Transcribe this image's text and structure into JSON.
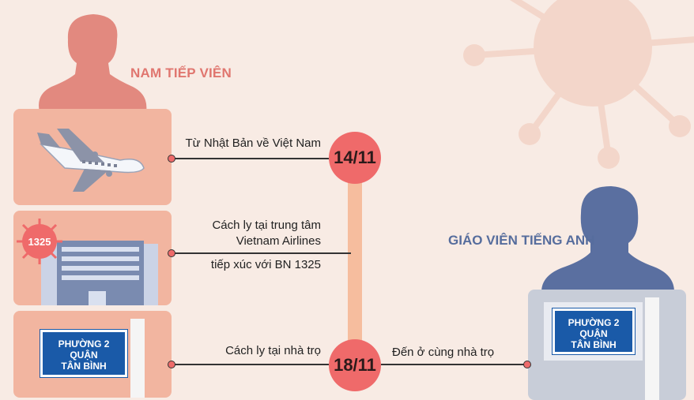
{
  "people": {
    "left_label": "NAM TIẾP VIÊN",
    "right_label": "GIÁO VIÊN TIẾNG ANH"
  },
  "timeline": {
    "date1": "14/11",
    "date2": "18/11",
    "event1": "Từ Nhật Bản về Việt Nam",
    "event2_line1": "Cách ly tại trung tâm",
    "event2_line2": "Vietnam Airlines",
    "event2_line3": "tiếp xúc với BN 1325",
    "event3": "Cách ly tại nhà trọ",
    "event4": "Đến ở cùng nhà trọ"
  },
  "badge": {
    "text": "1325"
  },
  "sign_left": {
    "line1": "PHƯỜNG 2",
    "line2": "QUẬN",
    "line3": "TÂN BÌNH"
  },
  "sign_right": {
    "line1": "PHƯỜNG 2",
    "line2": "QUẬN",
    "line3": "TÂN BÌNH"
  },
  "colors": {
    "accent_red": "#ef6a6a",
    "salmon": "#f2b5a0",
    "blue_person": "#566d9d",
    "sign_blue": "#1a5aa8"
  }
}
